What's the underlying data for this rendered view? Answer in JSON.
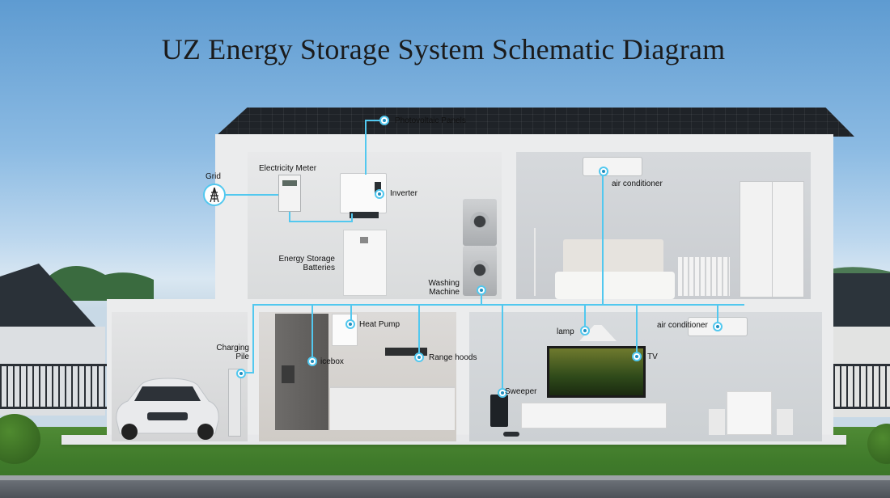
{
  "title": "UZ Energy Storage System Schematic Diagram",
  "colors": {
    "wire": "#52c8ef",
    "roof": "#1f2328",
    "grass": "#3f7a2a",
    "sky": "#8cbbe3"
  },
  "labels": {
    "photovoltaic": "Photovoltaic Panels",
    "grid": "Grid",
    "meter": "Electricity Meter",
    "inverter": "Inverter",
    "battery_1": "Energy Storage",
    "battery_2": "Batteries",
    "washing_1": "Washing",
    "washing_2": "Machine",
    "ac_upper": "air conditioner",
    "heat_pump": "Heat Pump",
    "charging_1": "Charging",
    "charging_2": "Pile",
    "icebox": "icebox",
    "range_hoods": "Range hoods",
    "sweeper": "Sweeper",
    "lamp": "lamp",
    "ac_lower": "air conditioner",
    "tv": "TV"
  },
  "icons": {
    "grid": "transmission-tower-icon",
    "node": "connection-node-icon"
  }
}
